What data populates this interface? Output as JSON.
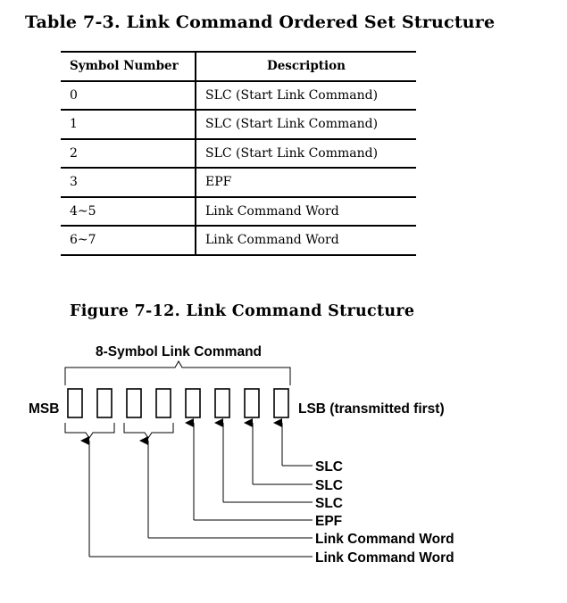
{
  "table": {
    "caption": "Table 7-3.  Link Command Ordered Set Structure",
    "headers": [
      "Symbol Number",
      "Description"
    ],
    "rows": [
      [
        "0",
        "SLC (Start Link Command)"
      ],
      [
        "1",
        "SLC (Start Link Command)"
      ],
      [
        "2",
        "SLC (Start Link Command)"
      ],
      [
        "3",
        "EPF"
      ],
      [
        "4~5",
        "Link Command Word"
      ],
      [
        "6~7",
        "Link Command Word"
      ]
    ]
  },
  "figure": {
    "caption": "Figure 7-12.  Link Command Structure",
    "brace_label": "8-Symbol Link Command",
    "msb_label": "MSB",
    "lsb_label": "LSB (transmitted first)",
    "callouts": [
      "SLC",
      "SLC",
      "SLC",
      "EPF",
      "Link Command Word",
      "Link Command Word"
    ]
  }
}
